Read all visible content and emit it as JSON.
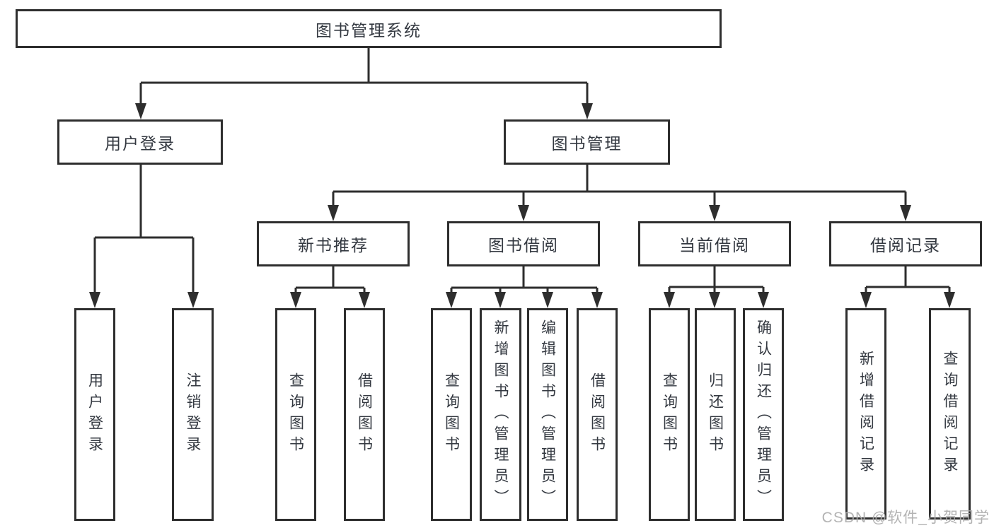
{
  "title": "图书管理系统",
  "colors": {
    "line": "#2e2e2e",
    "text": "#333840",
    "box_background": "#ffffff",
    "watermark": "#ababab"
  },
  "tree": {
    "root": {
      "label": "图书管理系统"
    },
    "user_login": {
      "label": "用户登录",
      "children": {
        "login": "用户登录",
        "logout": "注销登录"
      }
    },
    "book_management": {
      "label": "图书管理",
      "new_book_recommend": {
        "label": "新书推荐",
        "children": {
          "query_book": "查询图书",
          "borrow_book": "借阅图书"
        }
      },
      "book_borrow": {
        "label": "图书借阅",
        "children": {
          "query_book": "查询图书",
          "add_book_admin": "新增图书（管理员）",
          "edit_book_admin": "编辑图书（管理员）",
          "borrow_book": "借阅图书"
        }
      },
      "current_borrow": {
        "label": "当前借阅",
        "children": {
          "query_book": "查询图书",
          "return_book": "归还图书",
          "confirm_return_admin": "确认归还（管理员）"
        }
      },
      "borrow_records": {
        "label": "借阅记录",
        "children": {
          "add_record": "新增借阅记录",
          "query_record": "查询借阅记录"
        }
      }
    }
  },
  "watermark": "CSDN @软件_小贺同学"
}
